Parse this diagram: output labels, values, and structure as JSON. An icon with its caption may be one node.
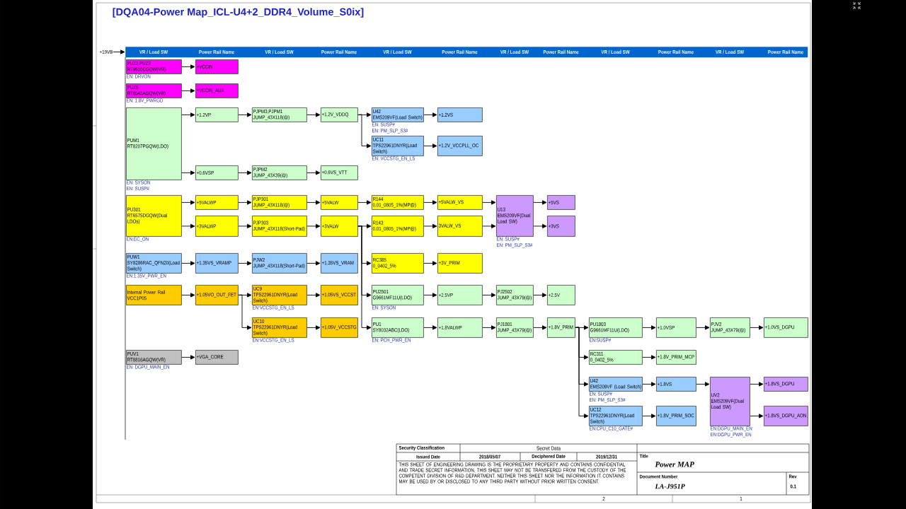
{
  "diagram": {
    "title": "[DQA04-Power Map_ICL-U4+2_DDR4_Volume_S0ix]",
    "nodes": [
      {
        "text": [
          "+19VB"
        ]
      },
      {
        "text": [
          "VR / Load SW",
          "Power Rail Name",
          "VR / Load SW",
          "Power Rail Name",
          "VR / Load SW",
          "Power Rail Name",
          "VR / Load SW",
          "Power Rail Name",
          "VR / Load SW",
          "Power Rail Name",
          "VR / Load SW",
          "Power Rail Name"
        ]
      },
      {
        "text": [
          "PUZ2,PUZ3",
          "RT9610CGQW(VR)"
        ],
        "beside": [
          "EN: DRVON"
        ]
      },
      {
        "text": [
          "+VCCIN"
        ]
      },
      {
        "text": [
          "PUZ5",
          "RT6543AGQW(VR)"
        ],
        "beside": [
          "EN: 1.8V_PWRGD"
        ]
      },
      {
        "text": [
          "+VCCIN_AUX"
        ]
      },
      {
        "text": [
          "PUM1",
          "RT8207PGQW(LDO)"
        ],
        "beside": [
          "EN: SYSON",
          "EN: SUSP#"
        ]
      },
      {
        "text": [
          "+1.2VP"
        ]
      },
      {
        "text": [
          "PJPM3,PJPM1",
          "JUMP_43X118(@)"
        ]
      },
      {
        "text": [
          "+1.2V_VDDQ"
        ]
      },
      {
        "text": [
          "U42",
          "EMS209VF(Load Switch)"
        ],
        "beside": [
          "EN: SUSP#",
          "EN: PM_SLP_S3#"
        ]
      },
      {
        "text": [
          "+1.2VS"
        ]
      },
      {
        "text": [
          "UC11",
          "TPS22961DNYR(Load Switch)"
        ],
        "beside": [
          "EN: VCCSTG_EN_LS"
        ]
      },
      {
        "text": [
          "+1.2V_VCCPLL_OC"
        ]
      },
      {
        "text": [
          "+0.6VSP"
        ]
      },
      {
        "text": [
          "PJPM2",
          "JUMP_43X39(@)"
        ]
      },
      {
        "text": [
          "+0.6VS_VTT"
        ]
      },
      {
        "text": [
          "PU301",
          "RT6575DGQW(Dual LDOs)"
        ],
        "beside": [
          "EN:EC_ON"
        ]
      },
      {
        "text": [
          "+5VALWP"
        ]
      },
      {
        "text": [
          "PJP301",
          "JUMP_43X118(@)"
        ]
      },
      {
        "text": [
          "+5VALW"
        ]
      },
      {
        "text": [
          "R144",
          "0.01_0805_1%(MP@)"
        ]
      },
      {
        "text": [
          "+5VALW_VS"
        ]
      },
      {
        "text": [
          "U13",
          "EMS209VF(Dual Load SW)"
        ],
        "beside": [
          "EN: SUSP#",
          "EN: PM_SLP_S3#"
        ]
      },
      {
        "text": [
          "+5VS"
        ]
      },
      {
        "text": [
          "+3VALWP"
        ]
      },
      {
        "text": [
          "PJP303",
          "JUMP_43X118(Short-Pad)"
        ]
      },
      {
        "text": [
          "+3VALW"
        ]
      },
      {
        "text": [
          "R143",
          "0.01_0805_1%(MP@)"
        ]
      },
      {
        "text": [
          "3VALW_VS"
        ]
      },
      {
        "text": [
          "+3VS"
        ]
      },
      {
        "text": [
          "PUW1",
          "SY8286RAC_QFN20(Load Switch)"
        ],
        "beside": [
          "EN:1.35V_PWR_EN"
        ]
      },
      {
        "text": [
          "+1.35VS_VRAMP"
        ]
      },
      {
        "text": [
          "PJW2",
          "JUMP_43X118(Short-Pad)"
        ]
      },
      {
        "text": [
          "+1.35VS_VRAM"
        ]
      },
      {
        "text": [
          "RC385",
          "0_0402_5%"
        ]
      },
      {
        "text": [
          "+3V_PRIM"
        ]
      },
      {
        "text": [
          "Internal Power Rail VCC1P05"
        ]
      },
      {
        "text": [
          "+1.05VO_OUT_FET"
        ]
      },
      {
        "text": [
          "UC9",
          "TPS22961DNYR(Load Switch)"
        ],
        "beside": [
          "EN:VCCSTG_EN_LS"
        ]
      },
      {
        "text": [
          "+1.05VS_VCCST"
        ]
      },
      {
        "text": [
          "PU2501",
          "G9661MF11U(LDO)"
        ],
        "beside": [
          "EN: SYSON"
        ]
      },
      {
        "text": [
          "+2.5VP"
        ]
      },
      {
        "text": [
          "PJ2502",
          "JUMP_43X79(@)"
        ]
      },
      {
        "text": [
          "+2.5V"
        ]
      },
      {
        "text": [
          "UC10",
          "TPS22961DNYR(Load Switch)"
        ],
        "beside": [
          "EN:VCCSTG_EN_LS"
        ]
      },
      {
        "text": [
          "+1.05V_VCCSTG"
        ]
      },
      {
        "text": [
          "PU1",
          "SY8032ABC(LDO)"
        ],
        "beside": [
          "EN: PCH_PWR_EN"
        ]
      },
      {
        "text": [
          "+1.8VALWP"
        ]
      },
      {
        "text": [
          "PJ1801",
          "JUMP_43X79(@)"
        ]
      },
      {
        "text": [
          "+1.8V_PRIM"
        ]
      },
      {
        "text": [
          "PU1803",
          "G9661MF11U(LDO)"
        ],
        "beside": [
          "EN:SUSP#"
        ]
      },
      {
        "text": [
          "+1.0VSP"
        ]
      },
      {
        "text": [
          "PJV2",
          "JUMP_43X79(@)"
        ]
      },
      {
        "text": [
          "+1.0VS_DGPU"
        ]
      },
      {
        "text": [
          "PUV1",
          "RT8816AGQW(VR)"
        ],
        "beside": [
          "EN: DGPU_MAIN_EN"
        ]
      },
      {
        "text": [
          "+VGA_CORE"
        ]
      },
      {
        "text": [
          "RC311",
          "0_0402_5%"
        ]
      },
      {
        "text": [
          "+1.8V_PRIM_MCP"
        ]
      },
      {
        "text": [
          "U42",
          "EMS209VF (Load Switch)"
        ],
        "beside": [
          "EN: SUSP#",
          "EN: PM_SLP_S3#"
        ]
      },
      {
        "text": [
          "+1.8VS"
        ]
      },
      {
        "text": [
          "UV2",
          "EMS209VF(Dual Load SW)"
        ],
        "beside": [
          "EN:DGPU_MAIN_EN",
          "EN:DGPU_PWR_EN"
        ]
      },
      {
        "text": [
          "+1.8VS_DGPU"
        ]
      },
      {
        "text": [
          "UC12",
          "TPS22961DNYR(Load Switch)"
        ],
        "beside": [
          "EN:CPU_C10_GATE#"
        ]
      },
      {
        "text": [
          "+1.8V_PRIM_SOC"
        ]
      },
      {
        "text": [
          "+1.8VS_DGPU_AON"
        ]
      }
    ],
    "edges": [
      {
        "from": 0,
        "to": 1,
        "arrow": "to"
      },
      {
        "from": 2,
        "to": 3,
        "arrow": "to"
      },
      {
        "from": 4,
        "to": 5,
        "arrow": "to"
      },
      {
        "from": 6,
        "to": 7,
        "arrow": "to"
      },
      {
        "from": 7,
        "to": 8,
        "arrow": "to"
      },
      {
        "from": 8,
        "to": 9,
        "arrow": "to"
      },
      {
        "from": 9,
        "to": 10,
        "arrow": "to"
      },
      {
        "from": 9,
        "to": 12,
        "arrow": "to"
      },
      {
        "from": 10,
        "to": 11,
        "arrow": "to"
      },
      {
        "from": 12,
        "to": 13,
        "arrow": "to"
      },
      {
        "from": 6,
        "to": 14,
        "arrow": "to"
      },
      {
        "from": 14,
        "to": 15,
        "arrow": "to"
      },
      {
        "from": 15,
        "to": 16,
        "arrow": "to"
      },
      {
        "from": 17,
        "to": 18,
        "arrow": "to"
      },
      {
        "from": 18,
        "to": 19,
        "arrow": "to"
      },
      {
        "from": 19,
        "to": 20,
        "arrow": "to"
      },
      {
        "from": 20,
        "to": 21,
        "arrow": "to"
      },
      {
        "from": 21,
        "to": 22,
        "arrow": "to"
      },
      {
        "from": 22,
        "to": 23,
        "arrow": "to"
      },
      {
        "from": 23,
        "to": 24,
        "arrow": "to"
      },
      {
        "from": 17,
        "to": 25,
        "arrow": "to"
      },
      {
        "from": 25,
        "to": 26,
        "arrow": "to"
      },
      {
        "from": 26,
        "to": 27,
        "arrow": "to"
      },
      {
        "from": 27,
        "to": 28,
        "arrow": "to"
      },
      {
        "from": 28,
        "to": 29,
        "arrow": "to"
      },
      {
        "from": 29,
        "to": 23,
        "arrow": "to"
      },
      {
        "from": 23,
        "to": 30,
        "arrow": "to"
      },
      {
        "from": 27,
        "to": 35,
        "arrow": "to"
      },
      {
        "from": 27,
        "to": 41,
        "arrow": "to"
      },
      {
        "from": 27,
        "to": 47,
        "arrow": "to"
      },
      {
        "from": 31,
        "to": 32,
        "arrow": "to"
      },
      {
        "from": 32,
        "to": 33,
        "arrow": "to"
      },
      {
        "from": 33,
        "to": 34,
        "arrow": "to"
      },
      {
        "from": 35,
        "to": 36,
        "arrow": "to"
      },
      {
        "from": 37,
        "to": 38,
        "arrow": "to"
      },
      {
        "from": 38,
        "to": 39,
        "arrow": "to"
      },
      {
        "from": 38,
        "to": 45,
        "arrow": "to"
      },
      {
        "from": 39,
        "to": 40,
        "arrow": "to"
      },
      {
        "from": 45,
        "to": 46,
        "arrow": "to"
      },
      {
        "from": 41,
        "to": 42,
        "arrow": "to"
      },
      {
        "from": 42,
        "to": 43,
        "arrow": "to"
      },
      {
        "from": 43,
        "to": 44,
        "arrow": "to"
      },
      {
        "from": 47,
        "to": 48,
        "arrow": "to"
      },
      {
        "from": 48,
        "to": 49,
        "arrow": "to"
      },
      {
        "from": 49,
        "to": 50,
        "arrow": "to"
      },
      {
        "from": 50,
        "to": 51,
        "arrow": "to"
      },
      {
        "from": 50,
        "to": 57,
        "arrow": "to"
      },
      {
        "from": 50,
        "to": 59,
        "arrow": "to"
      },
      {
        "from": 50,
        "to": 63,
        "arrow": "to"
      },
      {
        "from": 51,
        "to": 52,
        "arrow": "to"
      },
      {
        "from": 52,
        "to": 53,
        "arrow": "to"
      },
      {
        "from": 53,
        "to": 54,
        "arrow": "to"
      },
      {
        "from": 55,
        "to": 56,
        "arrow": "to"
      },
      {
        "from": 57,
        "to": 58,
        "arrow": "to"
      },
      {
        "from": 59,
        "to": 60,
        "arrow": "to"
      },
      {
        "from": 60,
        "to": 61,
        "arrow": "to"
      },
      {
        "from": 61,
        "to": 62,
        "arrow": "to"
      },
      {
        "from": 61,
        "to": 65,
        "arrow": "to"
      },
      {
        "from": 63,
        "to": 64,
        "arrow": "to"
      }
    ],
    "labels": [
      "Security Classification",
      "Secret Data",
      "Issued Date",
      "2018/05/07",
      "Deciphered Date",
      "2019/12/31",
      "THIS SHEET OF ENGINEERING DRAWING IS THE PROPRIETARY PROPERTY AND CONTAINS CONFIDENTIAL AND TRADE SECRET INFORMATION. THIS SHEET MAY NOT BE TRANSFERED FROM THE CUSTODY OF THE COMPETENT DIVISION OF R&D DEPARTMENT. NEITHER THIS SHEET NOR THE INFORMATION IT CONTAINS MAY BE USED BY OR DISCLOSED TO ANY THIRD PARTY WITHOUT PRIOR WRITTEN CONSENT.",
      "Title",
      "Power MAP",
      "Document Number",
      "LA-J951P",
      "Rev",
      "0.1",
      "2",
      "1"
    ]
  }
}
